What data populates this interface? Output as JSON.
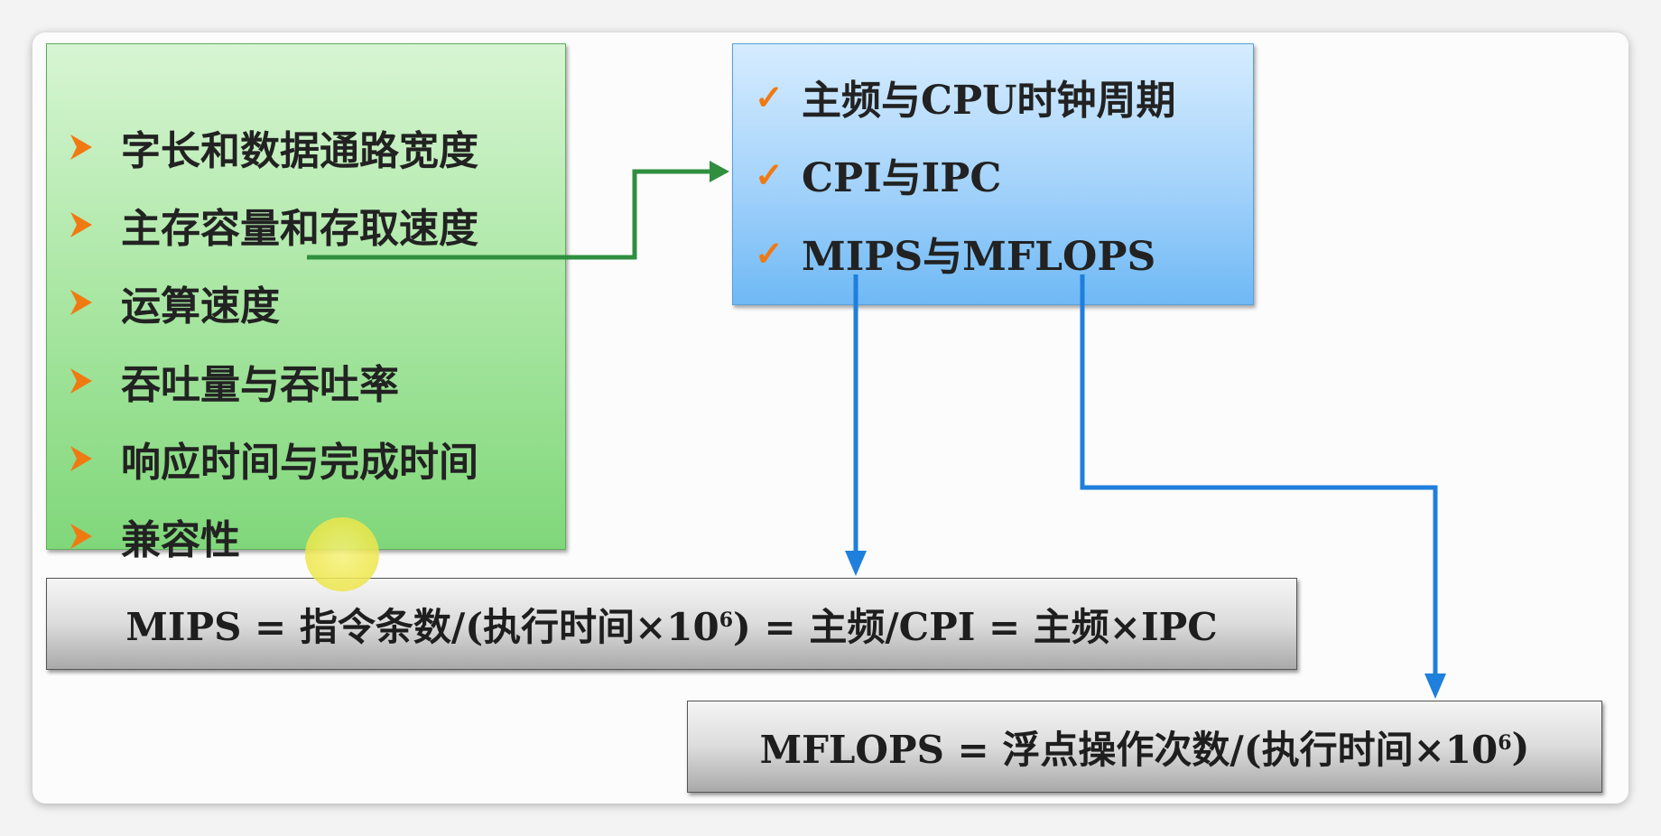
{
  "left_box": {
    "items": [
      {
        "label": "字长和数据通路宽度"
      },
      {
        "label": "主存容量和存取速度"
      },
      {
        "label": "运算速度"
      },
      {
        "label": "吞吐量与吞吐率"
      },
      {
        "label": "响应时间与完成时间"
      },
      {
        "label": "兼容性"
      }
    ]
  },
  "right_box": {
    "items": [
      {
        "label": "主频与CPU时钟周期"
      },
      {
        "label": "CPI与IPC"
      },
      {
        "label": "MIPS与MFLOPS"
      }
    ]
  },
  "formula_mips": {
    "prefix": "MIPS = 指令条数/(执行时间×10",
    "exp": "6",
    "suffix": ") = 主频/CPI = 主频×IPC"
  },
  "formula_mflops": {
    "prefix": "MFLOPS = 浮点操作次数/(执行时间×10",
    "exp": "6",
    "suffix": ")"
  },
  "colors": {
    "green_arrow": "#2f8f3f",
    "blue_arrow": "#1f7fdc",
    "bullet": "#f07a12"
  }
}
